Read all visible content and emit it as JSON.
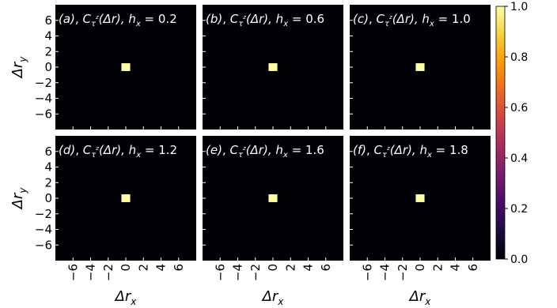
{
  "chart_data": {
    "type": "heatmap",
    "panels": [
      {
        "label": "(a)",
        "title_prefix": "C",
        "title_sub": "τ",
        "title_sup": "z",
        "title_arg": "(Δr),",
        "param_name": "h",
        "param_sub": "x",
        "param_value": "= 0.2"
      },
      {
        "label": "(b)",
        "title_prefix": "C",
        "title_sub": "τ",
        "title_sup": "z",
        "title_arg": "(Δr),",
        "param_name": "h",
        "param_sub": "x",
        "param_value": "= 0.6"
      },
      {
        "label": "(c)",
        "title_prefix": "C",
        "title_sub": "τ",
        "title_sup": "z",
        "title_arg": "(Δr),",
        "param_name": "h",
        "param_sub": "x",
        "param_value": "= 1.0"
      },
      {
        "label": "(d)",
        "title_prefix": "C",
        "title_sub": "τ",
        "title_sup": "z",
        "title_arg": "(Δr),",
        "param_name": "h",
        "param_sub": "x",
        "param_value": "= 1.2"
      },
      {
        "label": "(e)",
        "title_prefix": "C",
        "title_sub": "τ",
        "title_sup": "z",
        "title_arg": "(Δr),",
        "param_name": "h",
        "param_sub": "x",
        "param_value": "= 1.6"
      },
      {
        "label": "(f)",
        "title_prefix": "C",
        "title_sub": "τ",
        "title_sup": "z",
        "title_arg": "(Δr),",
        "param_name": "h",
        "param_sub": "x",
        "param_value": "= 1.8"
      }
    ],
    "grid_range": [
      -8,
      8
    ],
    "cells": [
      {
        "x": 0,
        "y": 0,
        "value": 1.0
      }
    ],
    "background_value": 0.0,
    "x_ticks": [
      -6,
      -4,
      -2,
      0,
      2,
      4,
      6
    ],
    "y_ticks": [
      6,
      4,
      2,
      0,
      -2,
      -4,
      -6
    ],
    "x_tick_labels": [
      "−6",
      "−4",
      "−2",
      "0",
      "2",
      "4",
      "6"
    ],
    "y_tick_labels": [
      "6",
      "4",
      "2",
      "0",
      "−2",
      "−4",
      "−6"
    ],
    "xlabel": "Δr",
    "xlabel_sub": "x",
    "ylabel": "Δr",
    "ylabel_sub": "y",
    "colorbar": {
      "range": [
        0.0,
        1.0
      ],
      "ticks": [
        0.0,
        0.2,
        0.4,
        0.6,
        0.8,
        1.0
      ],
      "tick_labels": [
        "0.0",
        "0.2",
        "0.4",
        "0.6",
        "0.8",
        "1.0"
      ],
      "colormap": "inferno",
      "colors": [
        "#000004",
        "#1b0c41",
        "#4a0c6b",
        "#781c6d",
        "#a52c60",
        "#cf4446",
        "#ed6925",
        "#fb9b06",
        "#f7d13d",
        "#fcffa4"
      ]
    }
  }
}
